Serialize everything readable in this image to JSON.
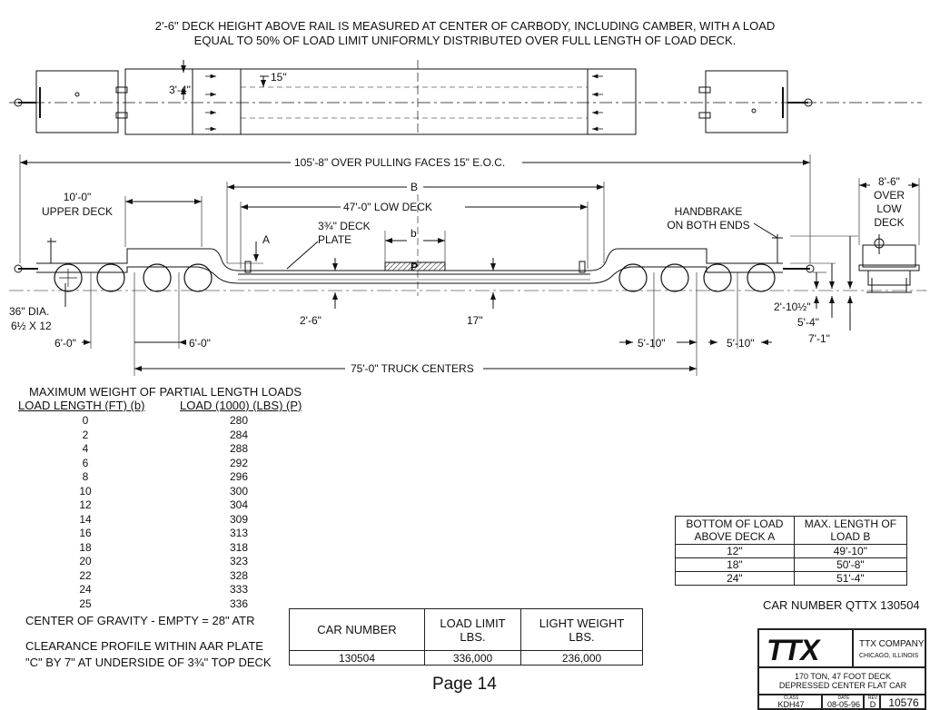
{
  "top_note": {
    "line1": "2'-6\" DECK HEIGHT ABOVE RAIL IS MEASURED AT CENTER OF CARBODY, INCLUDING CAMBER, WITH A LOAD",
    "line2": "EQUAL TO 50% OF LOAD LIMIT UNIFORMLY DISTRIBUTED OVER FULL LENGTH OF LOAD DECK."
  },
  "plan_view": {
    "dim_width": "3'-4\"",
    "dim_offset": "15\""
  },
  "elevation": {
    "overall_length": "105'-8\" OVER PULLING FACES 15\" E.O.C.",
    "upper_deck_l1": "10'-0\"",
    "upper_deck_l2": "UPPER DECK",
    "dim_b_upper": "B",
    "low_deck": "47'-0\" LOW DECK",
    "deck_plate_l1": "3¾\" DECK",
    "deck_plate_l2": "PLATE",
    "dim_a": "A",
    "dim_b_lower": "b",
    "load_p": "P",
    "handbrake_l1": "HANDBRAKE",
    "handbrake_l2": "ON BOTH ENDS",
    "wheel_l1": "36\" DIA.",
    "wheel_l2": "6½ X 12",
    "deck_height": "2'-6\"",
    "deck_thick": "17\"",
    "h1": "2'-10½\"",
    "h2": "5'-4\"",
    "h3": "7'-1\"",
    "axle_left_1": "6'-0\"",
    "axle_left_2": "6'-0\"",
    "axle_right_1": "5'-10\"",
    "axle_right_2": "5'-10\"",
    "truck_centers": "75'-0\" TRUCK CENTERS"
  },
  "end_view": {
    "l1": "8'-6\"",
    "l2": "OVER",
    "l3": "LOW",
    "l4": "DECK"
  },
  "partial_loads": {
    "title": "MAXIMUM WEIGHT OF PARTIAL LENGTH LOADS",
    "col1": "LOAD LENGTH (FT) (b)",
    "col2": "LOAD (1000) (LBS) (P)",
    "rows": [
      [
        "0",
        "280"
      ],
      [
        "2",
        "284"
      ],
      [
        "4",
        "288"
      ],
      [
        "6",
        "292"
      ],
      [
        "8",
        "296"
      ],
      [
        "10",
        "300"
      ],
      [
        "12",
        "304"
      ],
      [
        "14",
        "309"
      ],
      [
        "16",
        "313"
      ],
      [
        "18",
        "318"
      ],
      [
        "20",
        "323"
      ],
      [
        "22",
        "328"
      ],
      [
        "24",
        "333"
      ],
      [
        "25",
        "336"
      ]
    ]
  },
  "notes": {
    "cog": "CENTER OF GRAVITY - EMPTY = 28\" ATR",
    "clear1": "CLEARANCE PROFILE WITHIN AAR PLATE",
    "clear2": "\"C\" BY 7\" AT UNDERSIDE OF 3¾\" TOP DECK"
  },
  "load_b_table": {
    "h1a": "BOTTOM OF LOAD",
    "h1b": "ABOVE DECK A",
    "h2a": "MAX. LENGTH OF",
    "h2b": "LOAD B",
    "rows": [
      [
        "12\"",
        "49'-10\""
      ],
      [
        "18\"",
        "50'-8\""
      ],
      [
        "24\"",
        "51'-4\""
      ]
    ]
  },
  "car_number_label": "CAR NUMBER QTTX 130504",
  "car_table": {
    "h1": "CAR NUMBER",
    "h2a": "LOAD LIMIT",
    "h2b": "LBS.",
    "h3a": "LIGHT WEIGHT",
    "h3b": "LBS.",
    "v1": "130504",
    "v2": "336,000",
    "v3": "236,000"
  },
  "page_label": "Page 14",
  "title_block": {
    "logo": "TTX",
    "company": "TTX COMPANY",
    "city": "CHICAGO, ILLINOIS",
    "desc1": "170 TON, 47 FOOT DECK",
    "desc2": "DEPRESSED CENTER FLAT CAR",
    "class_label": "CLASS",
    "class_val": "KDH47",
    "date_label": "DATE",
    "date_val": "08-05-96",
    "rev_label": "REV",
    "rev_val": "D",
    "drawing_no": "10576"
  }
}
